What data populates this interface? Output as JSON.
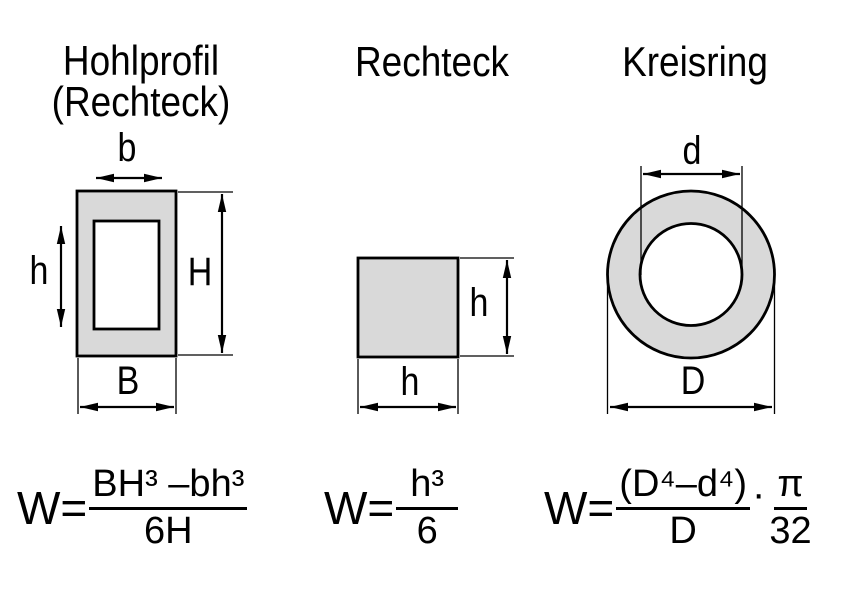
{
  "sections": [
    {
      "title_line1": "Hohlprofil",
      "title_line2": "(Rechteck)",
      "labels": {
        "b": "b",
        "h": "h",
        "H": "H",
        "B": "B"
      },
      "formula": {
        "lhs": "W",
        "eq": "=",
        "num": "BH³ –bh³",
        "den": "6H"
      }
    },
    {
      "title_line1": "Rechteck",
      "labels": {
        "h_right": "h",
        "h_bottom": "h"
      },
      "formula": {
        "lhs": "W",
        "eq": "=",
        "num": "h³",
        "den": "6"
      }
    },
    {
      "title_line1": "Kreisring",
      "labels": {
        "d": "d",
        "D": "D"
      },
      "formula": {
        "lhs": "W",
        "eq": "=",
        "num1": "(D⁴–d⁴)",
        "den1": "D",
        "dot": "·",
        "num2": "π",
        "den2": "32"
      }
    }
  ],
  "colors": {
    "shape_fill": "#d9d9d9",
    "line": "#000000",
    "background": "#ffffff"
  }
}
